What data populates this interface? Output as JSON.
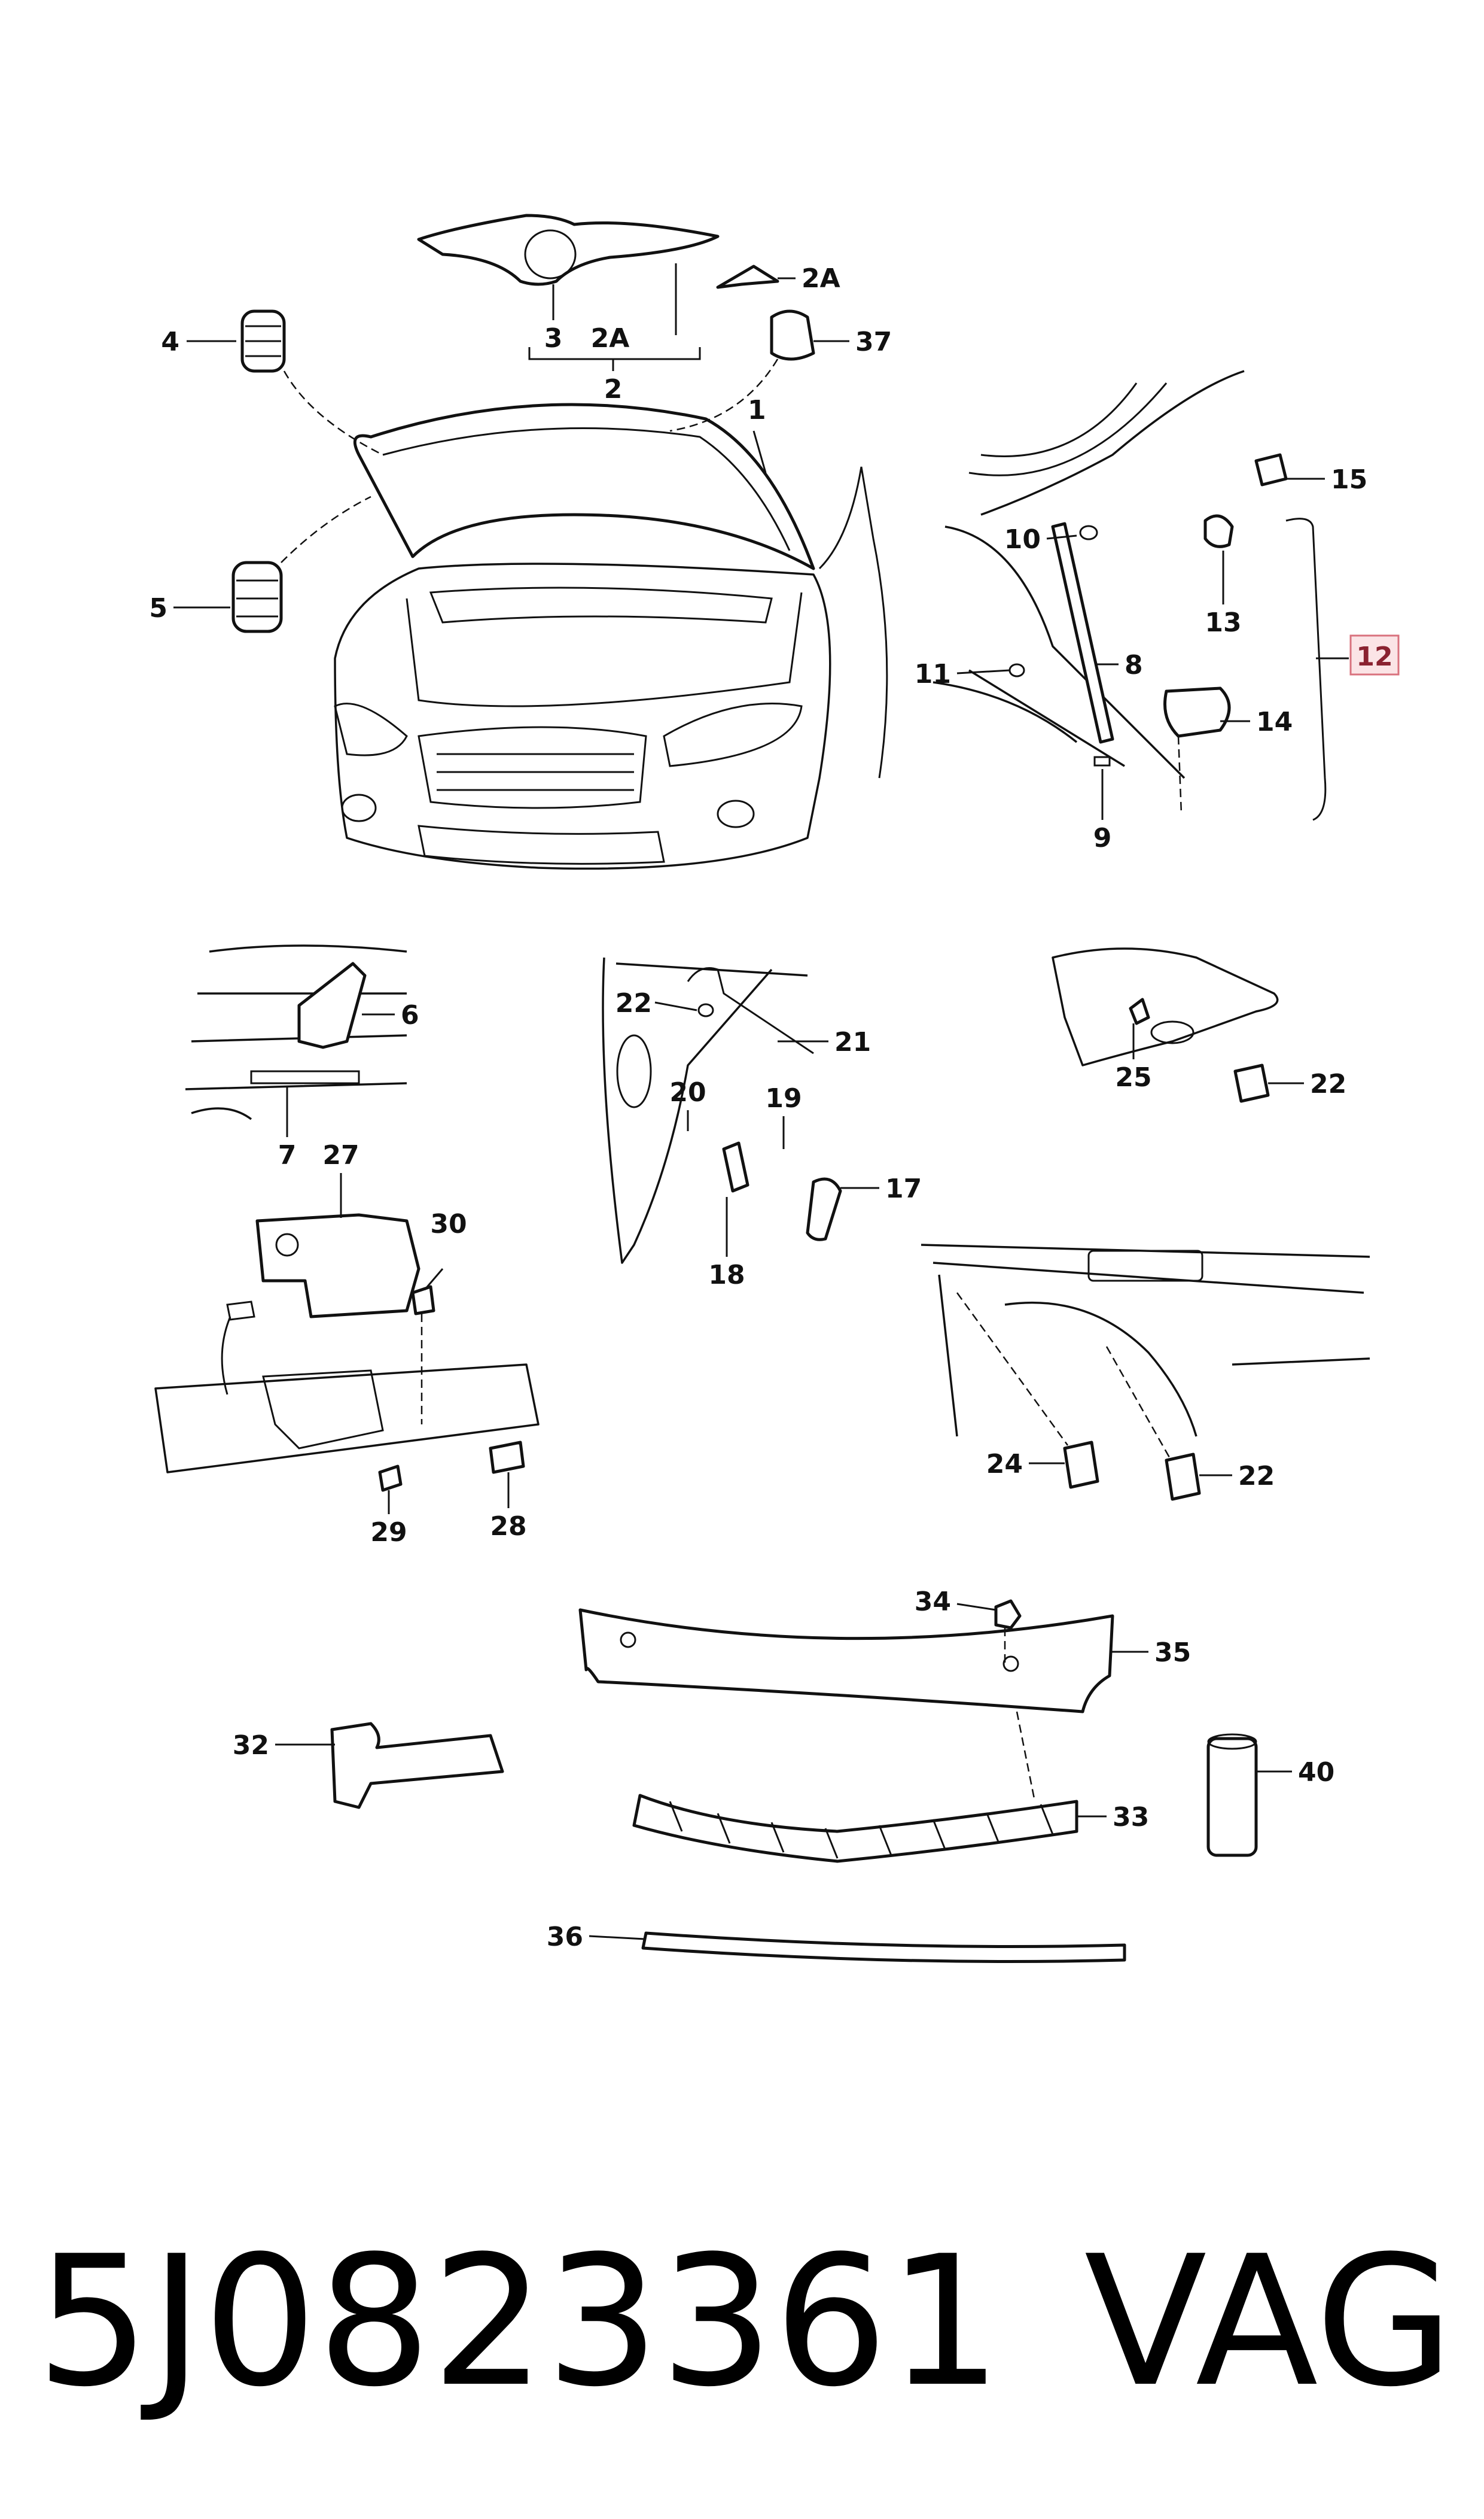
{
  "callouts": {
    "c1": "1",
    "c2": "2",
    "c2a_left": "2A",
    "c2a_right": "2A",
    "c3": "3",
    "c4": "4",
    "c5": "5",
    "c6": "6",
    "c7": "7",
    "c8": "8",
    "c9": "9",
    "c10": "10",
    "c11": "11",
    "c12": "12",
    "c13": "13",
    "c14": "14",
    "c15": "15",
    "c17": "17",
    "c18": "18",
    "c19": "19",
    "c20": "20",
    "c21": "21",
    "c22a": "22",
    "c22b": "22",
    "c22c": "22",
    "c24": "24",
    "c25": "25",
    "c27": "27",
    "c28": "28",
    "c29": "29",
    "c30": "30",
    "c32": "32",
    "c33": "33",
    "c34": "34",
    "c35": "35",
    "c36": "36",
    "c37": "37",
    "c40": "40"
  },
  "highlight_color": "#fbe4e6",
  "footer": {
    "part_number": "5J0823361",
    "brand": "VAG"
  }
}
